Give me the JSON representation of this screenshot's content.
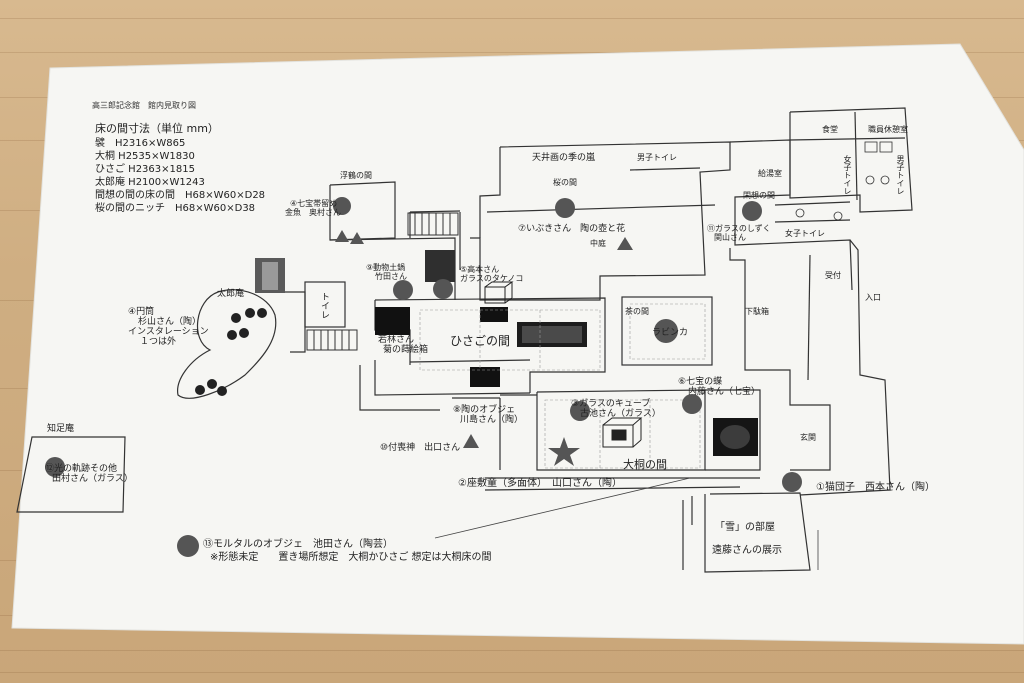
{
  "header": {
    "title": "高三郎記念館　館内見取り図",
    "dims_heading": "床の間寸法（単位 mm）",
    "dims": [
      "襞　H2316×W865",
      "大桐 H2535×W1830",
      "ひさご H2363×1815",
      "太郎庵 H2100×W1243",
      "間想の間の床の間　H68×W60×D28",
      "桜の間のニッチ　H68×W60×D38"
    ]
  },
  "rooms": {
    "tenjo": "天井画の季の嵐",
    "sakura": "桜の間",
    "nakaniwa": "中庭",
    "danshi_toilet_top": "男子トイレ",
    "shokudo": "食堂",
    "jishin": "職員休憩室",
    "kyutou": "給湯室",
    "joshi_toilet_r": "女子トイレ",
    "danshi_toilet_r": "男子トイレ",
    "kanso": "閑想の間",
    "joshi_toilet": "女子トイレ",
    "ukitsuke": "受付",
    "iriguchi": "入口",
    "geta": "下駄箱",
    "ukiyo": "浮鶴の間",
    "taroan": "太郎庵",
    "toilet": "トイレ",
    "hisago": "ひさごの間",
    "cha": "茶の間",
    "genkan": "玄関",
    "ookiri": "大桐の間",
    "chisokuan": "知足庵",
    "yuki_room": "「雪」の部屋",
    "endo_tenji": "遠藤さんの展示",
    "rabinka": "ラビンカ"
  },
  "exhibits": [
    "④七宝帯留め",
    "金魚　奥村さん",
    "⑦いぶきさん　陶の壺と花",
    "⑪ガラスのしずく",
    "関山さん",
    "⑨動物土鍋",
    "竹田さん",
    "⑤高本さん",
    "ガラスのタケノコ",
    "④円筒",
    "杉山さん（陶）",
    "インスタレーション",
    "１つは外",
    "若林さん",
    "菊の蒔絵箱",
    "⑥七宝の蝶",
    "内藤さん（七宝）",
    "⑧陶のオブジェ",
    "川島さん（陶）",
    "③ガラスのキューブ",
    "古池さん（ガラス）",
    "⑩付喪神　出口さん",
    "②座敷童（多面体）　山口さん（陶）",
    "①猫団子　西本さん（陶）",
    "⑫光の軌跡その他",
    "田村さん（ガラス）"
  ],
  "footer": {
    "line1": "⑬モルタルのオブジェ　池田さん（陶芸）",
    "line2": "※形態未定　　置き場所想定　大桐かひさご 想定は大桐床の間"
  },
  "colors": {
    "table": "#d2b287",
    "paper": "#f6f6f3",
    "ink": "#222222",
    "marker": "#555555"
  }
}
